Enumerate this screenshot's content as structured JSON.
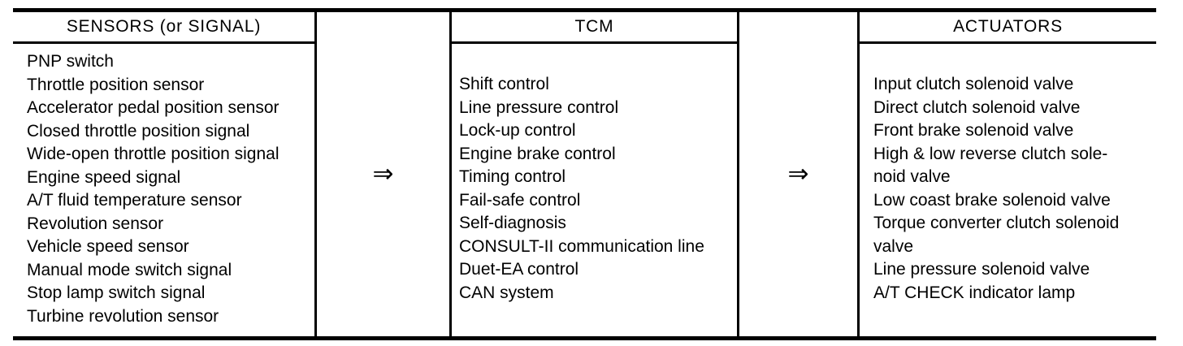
{
  "diagram": {
    "title_meaning": "TCM input-output control diagram",
    "colors": {
      "ink": "#000000",
      "background": "#ffffff"
    },
    "arrows": {
      "first": "⇒",
      "second": "⇒"
    },
    "columns": {
      "sensors": {
        "header": "SENSORS (or SIGNAL)",
        "lines": [
          "PNP switch",
          "Throttle position sensor",
          "Accelerator pedal position sensor",
          "Closed throttle position signal",
          "Wide-open throttle position signal",
          "Engine speed signal",
          "A/T fluid temperature sensor",
          "Revolution sensor",
          "Vehicle speed sensor",
          "Manual mode switch signal",
          "Stop lamp switch signal",
          "Turbine revolution sensor"
        ]
      },
      "tcm": {
        "header": "TCM",
        "lines": [
          "Shift control",
          "Line pressure control",
          "Lock-up control",
          "Engine brake control",
          "Timing control",
          "Fail-safe control",
          "Self-diagnosis",
          "CONSULT-II communication line",
          "Duet-EA control",
          "CAN system"
        ]
      },
      "actuators": {
        "header": "ACTUATORS",
        "lines": [
          "Input clutch solenoid valve",
          "Direct clutch solenoid valve",
          "Front brake solenoid valve",
          "High & low reverse clutch sole-",
          "noid valve",
          "Low coast brake solenoid valve",
          "Torque converter clutch solenoid",
          "valve",
          "Line pressure solenoid valve",
          "A/T CHECK indicator lamp"
        ]
      }
    }
  }
}
